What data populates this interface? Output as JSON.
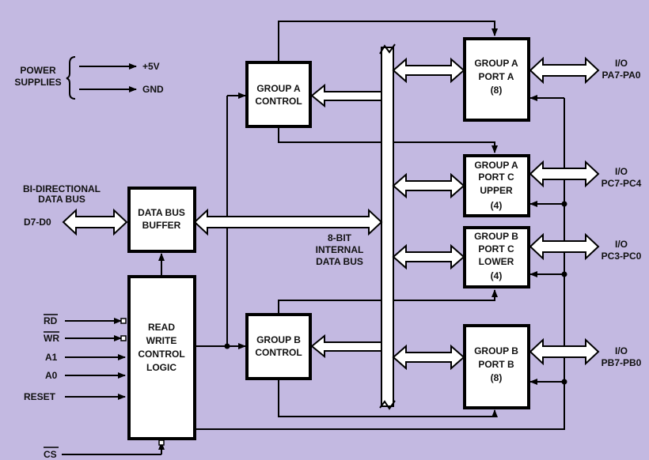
{
  "power": {
    "label": [
      "POWER",
      "SUPPLIES"
    ],
    "v5": "+5V",
    "gnd": "GND"
  },
  "bidir": {
    "title": [
      "BI-DIRECTIONAL",
      "DATA BUS"
    ],
    "pins": "D7-D0"
  },
  "blocks": {
    "data_bus_buffer": [
      "DATA BUS",
      "BUFFER"
    ],
    "rw_logic": [
      "READ",
      "WRITE",
      "CONTROL",
      "LOGIC"
    ],
    "group_a_control": [
      "GROUP A",
      "CONTROL"
    ],
    "group_b_control": [
      "GROUP B",
      "CONTROL"
    ],
    "group_a_port_a": [
      "GROUP A",
      "PORT A",
      "(8)"
    ],
    "group_a_port_c_upper": [
      "GROUP A",
      "PORT C",
      "UPPER",
      "(4)"
    ],
    "group_b_port_c_lower": [
      "GROUP B",
      "PORT C",
      "LOWER",
      "(4)"
    ],
    "group_b_port_b": [
      "GROUP B",
      "PORT B",
      "(8)"
    ]
  },
  "internal_bus": [
    "8-BIT",
    "INTERNAL",
    "DATA BUS"
  ],
  "control_inputs": {
    "rd": "RD",
    "wr": "WR",
    "a1": "A1",
    "a0": "A0",
    "reset": "RESET",
    "cs": "CS"
  },
  "io": {
    "pa": [
      "I/O",
      "PA7-PA0"
    ],
    "pc_upper": [
      "I/O",
      "PC7-PC4"
    ],
    "pc_lower": [
      "I/O",
      "PC3-PC0"
    ],
    "pb": [
      "I/O",
      "PB7-PB0"
    ]
  }
}
